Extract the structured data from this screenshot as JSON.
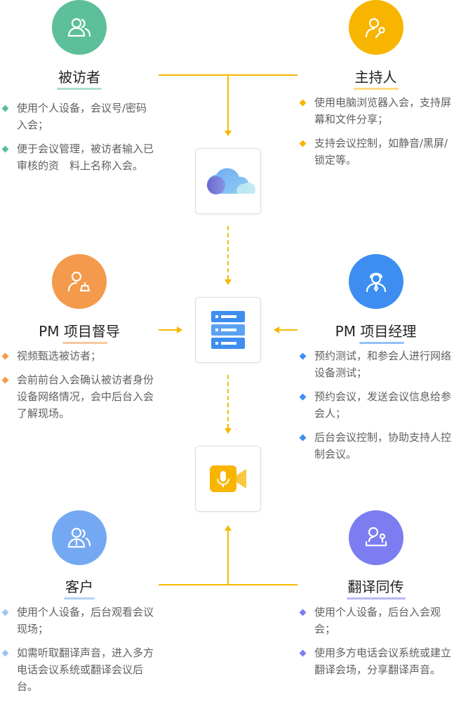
{
  "roles": {
    "interviewee": {
      "title": "被访者",
      "items": [
        "使用个人设备，会议号/密码入会；",
        "便于会议管理，被访者输入已审核的资　料上名称入会。"
      ],
      "color": "#5cbf9a",
      "accent": "#5cbf9a",
      "icon": "users-icon"
    },
    "host": {
      "title": "主持人",
      "items": [
        "使用电脑浏览器入会，支持屏幕和文件分享；",
        "支持会议控制，如静音/黑屏/锁定等。"
      ],
      "color": "#f7b500",
      "accent": "#f7b500",
      "icon": "user-mic-icon"
    },
    "pm_supervisor": {
      "title": "PM 项目督导",
      "items": [
        "视频甄选被访者；",
        "会前前台入会确认被访者身份设备网络情况，会中后台入会了解现场。"
      ],
      "color": "#f39a4c",
      "accent": "#f39a4c",
      "icon": "user-badge-icon"
    },
    "pm_manager": {
      "title": "PM 项目经理",
      "items": [
        "预约测试，和参会人进行网络设备测试；",
        "预约会议，发送会议信息给参会人；",
        "后台会议控制，协助支持人控制会议。"
      ],
      "color": "#3d8ef0",
      "accent": "#3d8ef0",
      "icon": "manager-icon"
    },
    "client": {
      "title": "客户",
      "items": [
        "使用个人设备，后台观看会议现场；",
        "如需听取翻译声音，进入多方电话会议系统或翻译会议后台。"
      ],
      "color": "#74a8f2",
      "accent": "#74a8f2",
      "icon": "client-icon"
    },
    "interpreter": {
      "title": "翻译同传",
      "items": [
        "使用个人设备，后台入会观会；",
        "使用多方电话会议系统或建立翻译会场，分享翻译声音。"
      ],
      "color": "#7b7df0",
      "accent": "#7b7df0",
      "icon": "interpreter-icon"
    }
  },
  "nodes": {
    "cloud": {
      "icon": "cloud-icon"
    },
    "server": {
      "icon": "server-icon"
    },
    "video": {
      "icon": "video-mic-icon"
    }
  },
  "flow_color": "#f5b800"
}
